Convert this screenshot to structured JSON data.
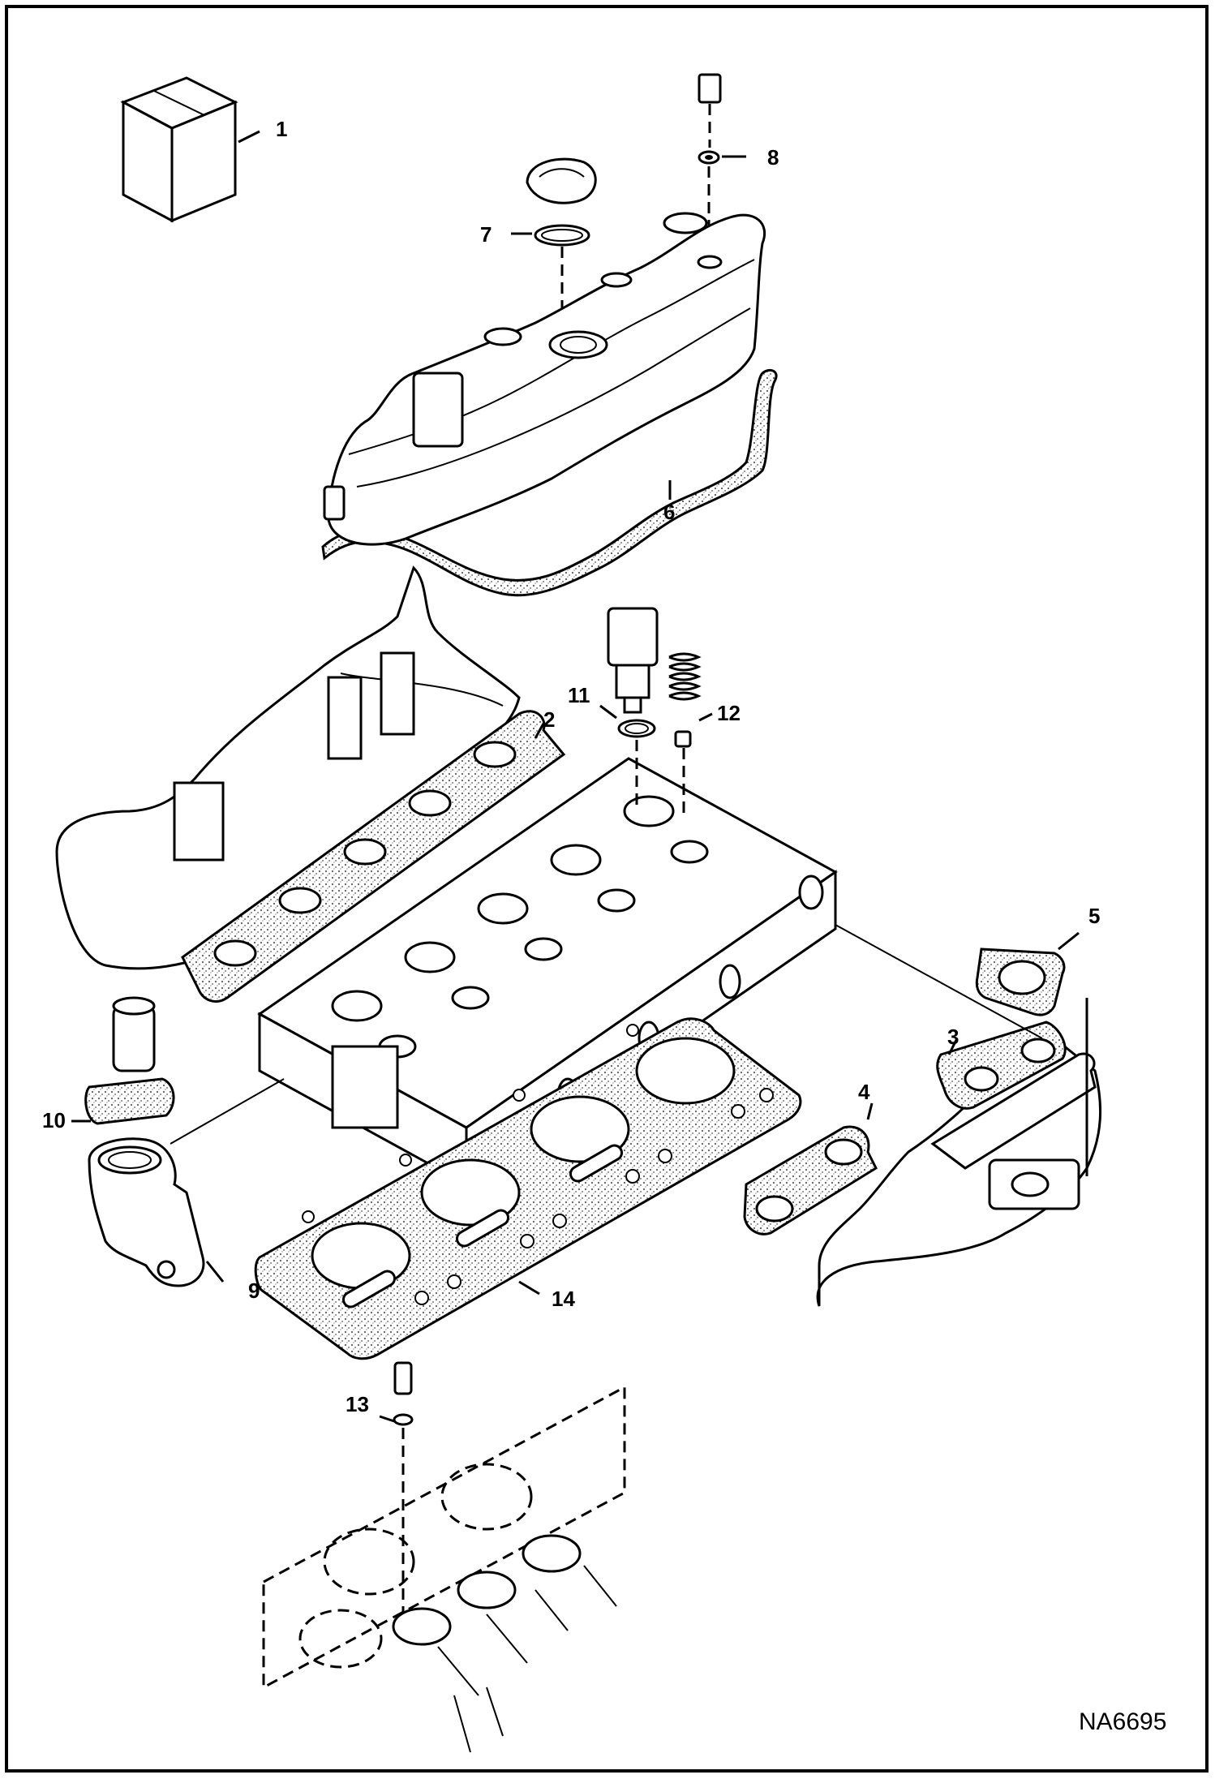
{
  "diagram": {
    "drawing_number": "NA6695",
    "callouts": [
      {
        "id": "1",
        "label": "1"
      },
      {
        "id": "2",
        "label": "2"
      },
      {
        "id": "3",
        "label": "3"
      },
      {
        "id": "4",
        "label": "4"
      },
      {
        "id": "5",
        "label": "5"
      },
      {
        "id": "6",
        "label": "6"
      },
      {
        "id": "7",
        "label": "7"
      },
      {
        "id": "8",
        "label": "8"
      },
      {
        "id": "9",
        "label": "9"
      },
      {
        "id": "10",
        "label": "10"
      },
      {
        "id": "11",
        "label": "11"
      },
      {
        "id": "12",
        "label": "12"
      },
      {
        "id": "13",
        "label": "13"
      },
      {
        "id": "14",
        "label": "14"
      }
    ]
  }
}
